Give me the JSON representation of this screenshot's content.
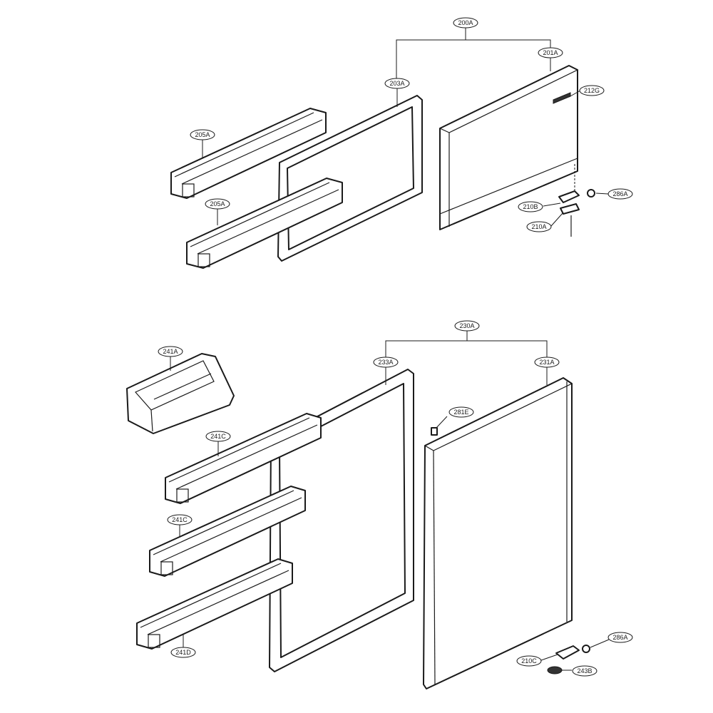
{
  "callouts": {
    "c200A": "200A",
    "c201A": "201A",
    "c203A": "203A",
    "c212G": "212G",
    "c205A_1": "205A",
    "c205A_2": "205A",
    "c286A_1": "286A",
    "c210B": "210B",
    "c210A": "210A",
    "c230A": "230A",
    "c233A": "233A",
    "c231A": "231A",
    "c241A": "241A",
    "c281E": "281E",
    "c241C_1": "241C",
    "c241C_2": "241C",
    "c241D": "241D",
    "c286A_2": "286A",
    "c210C": "210C",
    "c243B": "243B"
  },
  "colors": {
    "line": "#1a1a1a",
    "background": "#ffffff"
  }
}
